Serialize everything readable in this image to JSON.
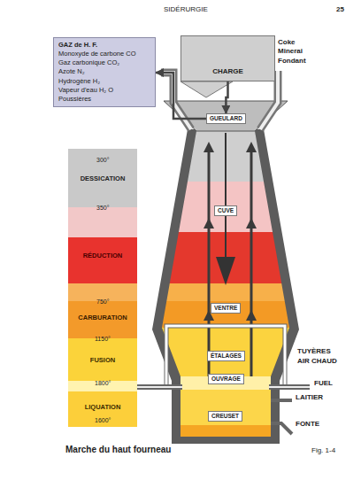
{
  "diagram": {
    "caption": "Marche du haut fourneau",
    "nodes": [
      {
        "text": [
          "GAZ de H. F.",
          "Monoxyde de carbone CO",
          "Gaz carbonique CO₂",
          "Azote N₂",
          "Hydrogène H₂",
          "Vapeur d'eau H₂ O",
          "Poussières"
        ]
      },
      {
        "text": [
          "CHARGE",
          "Coke Minerai Fondant"
        ]
      },
      {
        "text": [
          "GUEULARD"
        ]
      },
      {
        "text": [
          "CUVE"
        ]
      },
      {
        "text": [
          "VENTRE"
        ]
      },
      {
        "text": [
          "ÉTALAGES"
        ]
      },
      {
        "text": [
          "OUVRAGE"
        ]
      },
      {
        "text": [
          "CREUSET"
        ]
      },
      {
        "text": [
          "DESSICATION"
        ]
      },
      {
        "text": [
          "RÉDUCTION"
        ]
      },
      {
        "text": [
          "CARBURATION"
        ]
      },
      {
        "text": [
          "FUSION"
        ]
      },
      {
        "text": [
          "LIQUATION"
        ]
      }
    ],
    "edges": [
      {
        "from": 1,
        "to": 2,
        "arrow": "to"
      },
      {
        "from": 2,
        "to": 0,
        "arrow": "to"
      }
    ],
    "labels": [
      "SIDÉRURGIE",
      "25",
      "300°",
      "350°",
      "750°",
      "1150°",
      "1800°",
      "1600°",
      "TUYÈRES",
      "AIR CHAUD",
      "FUEL",
      "LAITIER",
      "FONTE",
      "Fig. 1-4"
    ]
  }
}
